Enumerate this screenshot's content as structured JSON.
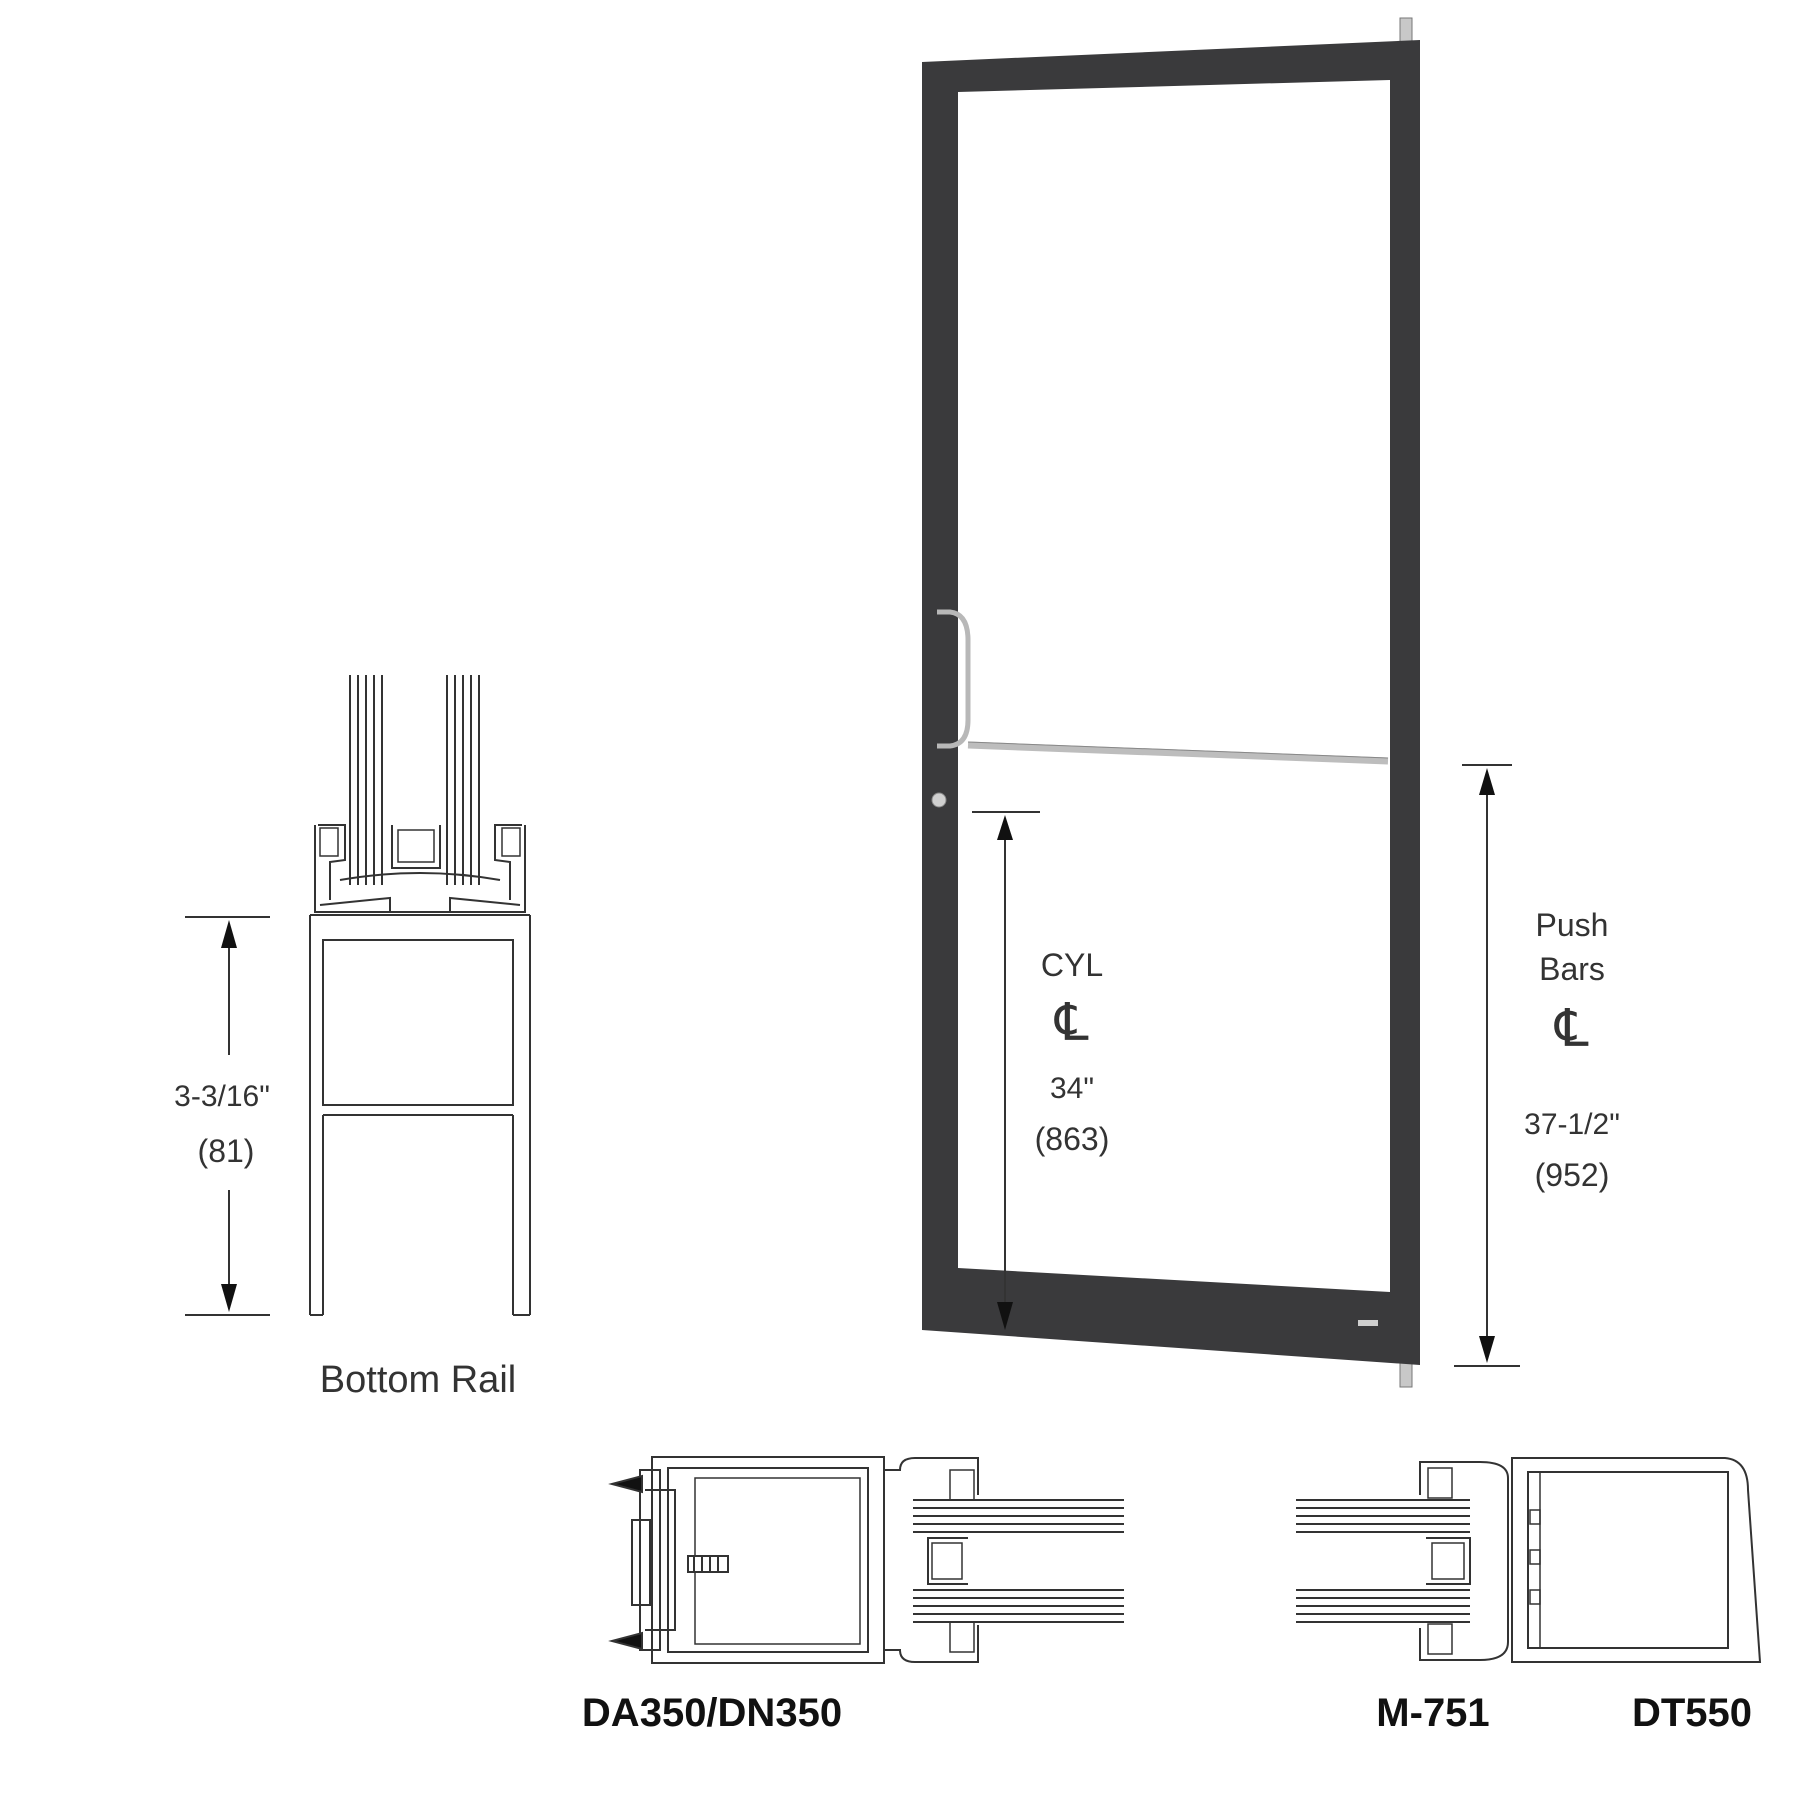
{
  "bottom_rail": {
    "caption": "Bottom Rail",
    "height_imperial": "3-3/16\"",
    "height_metric": "(81)"
  },
  "cylinder": {
    "label": "CYL",
    "centerline_symbol": "℄",
    "height_imperial": "34\"",
    "height_metric": "(863)"
  },
  "push_bars": {
    "label_line1": "Push",
    "label_line2": "Bars",
    "centerline_symbol": "℄",
    "height_imperial": "37-1/2\"",
    "height_metric": "(952)"
  },
  "sections": {
    "left_label": "DA350/DN350",
    "middle_label": "M-751",
    "right_label": "DT550"
  },
  "colors": {
    "door_frame": "#3a3a3c",
    "line": "#333333",
    "hardware": "#b0b0b0"
  }
}
